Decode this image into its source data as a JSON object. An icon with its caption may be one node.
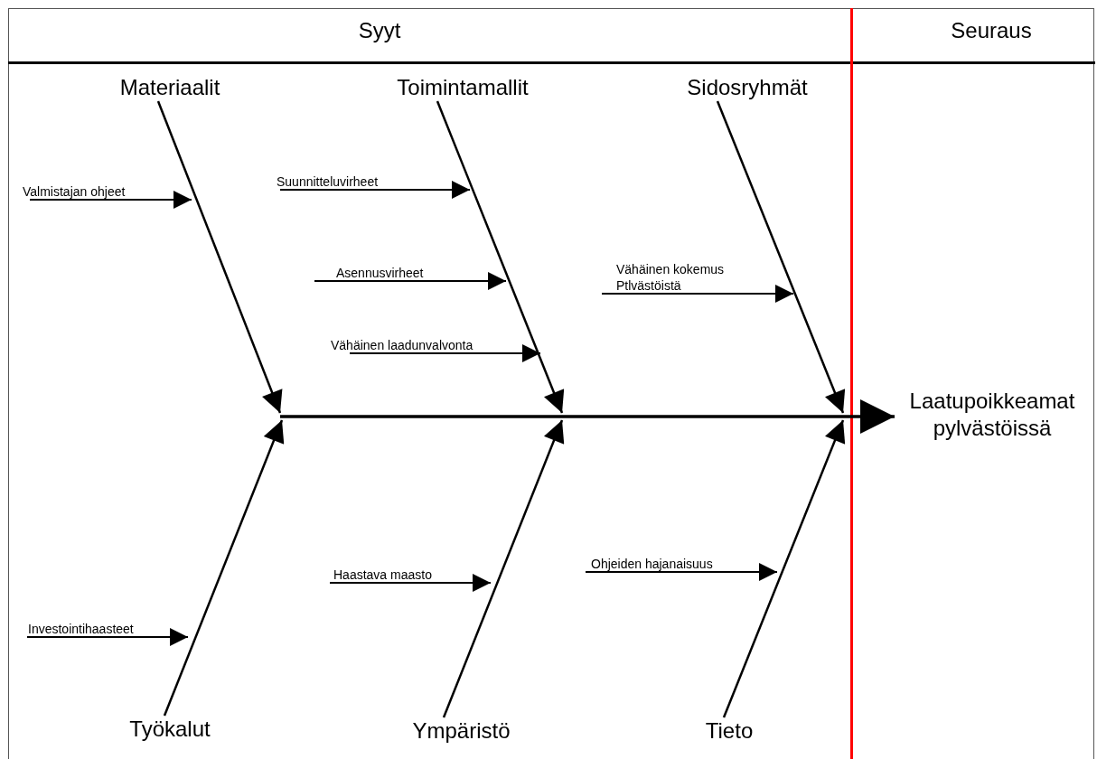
{
  "diagram": {
    "nodes": [
      {
        "text": [
          "Materiaalit"
        ]
      },
      {
        "text": [
          "Toimintamallit"
        ]
      },
      {
        "text": [
          "Sidosryhmät"
        ]
      },
      {
        "text": [
          "Valmistajan ohjeet"
        ]
      },
      {
        "text": [
          "Suunnitteluvirheet"
        ]
      },
      {
        "text": [
          "Asennusvirheet"
        ]
      },
      {
        "text": [
          "Vähäinen laadunvalvonta"
        ]
      },
      {
        "text": [
          "Vähäinen kokemus Ptlvästöistä"
        ]
      },
      {
        "text": [
          "Laatupoikkeamat pylvästöissä"
        ]
      },
      {
        "text": [
          "Haastava maasto"
        ]
      },
      {
        "text": [
          "Ohjeiden hajanaisuus"
        ]
      },
      {
        "text": [
          "Investointihaasteet"
        ]
      },
      {
        "text": [
          "Työkalut"
        ]
      },
      {
        "text": [
          "Ympäristö"
        ]
      },
      {
        "text": [
          "Tieto"
        ]
      }
    ],
    "edges": [
      {
        "from": 0,
        "to": 8,
        "arrow": "to"
      },
      {
        "from": 1,
        "to": 8,
        "arrow": "to"
      },
      {
        "from": 2,
        "to": 8,
        "arrow": "to"
      },
      {
        "from": 12,
        "to": 8,
        "arrow": "to"
      },
      {
        "from": 13,
        "to": 8,
        "arrow": "to"
      },
      {
        "from": 14,
        "to": 8,
        "arrow": "to"
      },
      {
        "from": 3,
        "to": null,
        "arrow": "to"
      },
      {
        "from": 4,
        "to": null,
        "arrow": "to"
      },
      {
        "from": 5,
        "to": null,
        "arrow": "to"
      },
      {
        "from": 6,
        "to": null,
        "arrow": "to"
      },
      {
        "from": 7,
        "to": null,
        "arrow": "to"
      },
      {
        "from": 9,
        "to": null,
        "arrow": "to"
      },
      {
        "from": 10,
        "to": null,
        "arrow": "to"
      },
      {
        "from": 11,
        "to": null,
        "arrow": "to"
      }
    ],
    "labels": [
      "Syyt",
      "Seuraus"
    ]
  }
}
